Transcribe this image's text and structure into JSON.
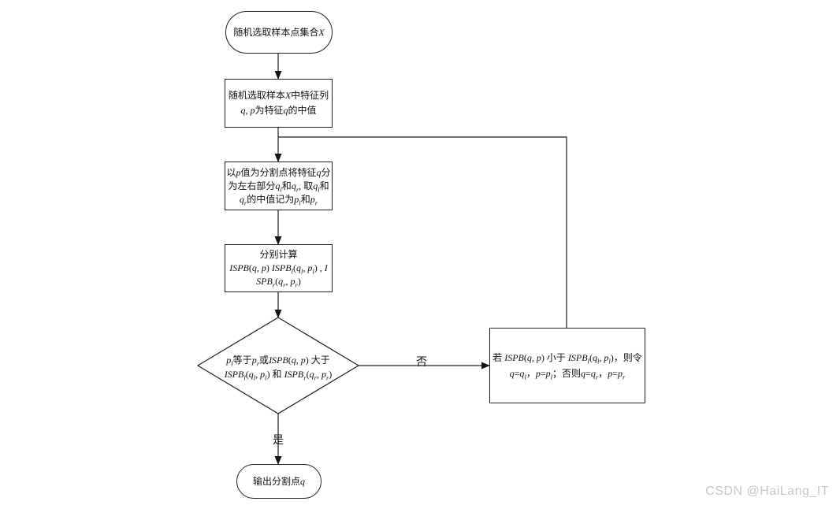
{
  "colors": {
    "background": "#ffffff",
    "line": "#1f1f1f",
    "text": "#111111",
    "watermark": "#c8c8c8"
  },
  "watermark": {
    "text": "CSDN @HaiLang_IT"
  },
  "edges": {
    "no_label": "否",
    "yes_label": "是"
  },
  "nodes": {
    "start": {
      "type": "terminator",
      "lines": [
        [
          {
            "t": "随机选取样本点集合"
          },
          {
            "t": "X",
            "i": true
          }
        ]
      ]
    },
    "select_feature": {
      "type": "process",
      "lines": [
        [
          {
            "t": "随机选取样本"
          },
          {
            "t": "X",
            "i": true
          },
          {
            "t": "中特征列"
          }
        ],
        [
          {
            "t": "q, p",
            "i": true
          },
          {
            "t": "为特征"
          },
          {
            "t": "q",
            "i": true
          },
          {
            "t": "的中值"
          }
        ]
      ]
    },
    "split_feature": {
      "type": "process",
      "lines": [
        [
          {
            "t": "以"
          },
          {
            "t": "p",
            "i": true
          },
          {
            "t": "值为分割点将特征"
          },
          {
            "t": "q",
            "i": true
          },
          {
            "t": "分"
          }
        ],
        [
          {
            "t": "为左右部分"
          },
          {
            "t": "q",
            "i": true
          },
          {
            "t": "l",
            "i": true,
            "s": true
          },
          {
            "t": "和"
          },
          {
            "t": "q",
            "i": true
          },
          {
            "t": "r",
            "i": true,
            "s": true
          },
          {
            "t": ", 取"
          },
          {
            "t": "q",
            "i": true
          },
          {
            "t": "l",
            "i": true,
            "s": true
          },
          {
            "t": "和"
          }
        ],
        [
          {
            "t": "q",
            "i": true
          },
          {
            "t": "r",
            "i": true,
            "s": true
          },
          {
            "t": "的中值记为"
          },
          {
            "t": "p",
            "i": true
          },
          {
            "t": "l",
            "i": true,
            "s": true
          },
          {
            "t": "和"
          },
          {
            "t": "p",
            "i": true
          },
          {
            "t": "r",
            "i": true,
            "s": true
          }
        ]
      ]
    },
    "compute_ispb": {
      "type": "process",
      "lines": [
        [
          {
            "t": "分别计算"
          }
        ],
        [
          {
            "t": "ISPB",
            "i": true
          },
          {
            "t": "("
          },
          {
            "t": "q, p",
            "i": true
          },
          {
            "t": ") "
          },
          {
            "t": "ISPB",
            "i": true
          },
          {
            "t": "l",
            "i": true,
            "s": true
          },
          {
            "t": "("
          },
          {
            "t": "q",
            "i": true
          },
          {
            "t": "l",
            "i": true,
            "s": true
          },
          {
            "t": ", "
          },
          {
            "t": "p",
            "i": true
          },
          {
            "t": "l",
            "i": true,
            "s": true
          },
          {
            "t": ") , "
          },
          {
            "t": "I",
            "i": true
          }
        ],
        [
          {
            "t": "SPB",
            "i": true
          },
          {
            "t": "r",
            "i": true,
            "s": true
          },
          {
            "t": "("
          },
          {
            "t": "q",
            "i": true
          },
          {
            "t": "r",
            "i": true,
            "s": true
          },
          {
            "t": ", "
          },
          {
            "t": "p",
            "i": true
          },
          {
            "t": "r",
            "i": true,
            "s": true
          },
          {
            "t": ")"
          }
        ]
      ]
    },
    "decision": {
      "type": "decision",
      "lines": [
        [
          {
            "t": "p",
            "i": true
          },
          {
            "t": "l",
            "i": true,
            "s": true
          },
          {
            "t": "等于"
          },
          {
            "t": "p",
            "i": true
          },
          {
            "t": "r",
            "i": true,
            "s": true
          },
          {
            "t": "或"
          },
          {
            "t": "ISPB",
            "i": true
          },
          {
            "t": "("
          },
          {
            "t": "q, p",
            "i": true
          },
          {
            "t": ") 大于"
          }
        ],
        [
          {
            "t": "ISPB",
            "i": true
          },
          {
            "t": "l",
            "i": true,
            "s": true
          },
          {
            "t": "("
          },
          {
            "t": "q",
            "i": true
          },
          {
            "t": "l",
            "i": true,
            "s": true
          },
          {
            "t": ", "
          },
          {
            "t": "p",
            "i": true
          },
          {
            "t": "l",
            "i": true,
            "s": true
          },
          {
            "t": ") 和 "
          },
          {
            "t": "ISPB",
            "i": true
          },
          {
            "t": "r",
            "i": true,
            "s": true
          },
          {
            "t": "("
          },
          {
            "t": "q",
            "i": true
          },
          {
            "t": "r",
            "i": true,
            "s": true
          },
          {
            "t": ", "
          },
          {
            "t": "p",
            "i": true
          },
          {
            "t": "r",
            "i": true,
            "s": true
          },
          {
            "t": ")"
          }
        ]
      ]
    },
    "update_qp": {
      "type": "process",
      "lines": [
        [
          {
            "t": "若 "
          },
          {
            "t": "ISPB",
            "i": true
          },
          {
            "t": "("
          },
          {
            "t": "q, p",
            "i": true
          },
          {
            "t": ") 小于 "
          },
          {
            "t": "ISPB",
            "i": true
          },
          {
            "t": "l",
            "i": true,
            "s": true
          },
          {
            "t": "("
          },
          {
            "t": "q",
            "i": true
          },
          {
            "t": "l",
            "i": true,
            "s": true
          },
          {
            "t": ", "
          },
          {
            "t": "p",
            "i": true
          },
          {
            "t": "l",
            "i": true,
            "s": true
          },
          {
            "t": ")，则令"
          }
        ],
        [
          {
            "t": "q",
            "i": true
          },
          {
            "t": "="
          },
          {
            "t": "q",
            "i": true
          },
          {
            "t": "l",
            "i": true,
            "s": true
          },
          {
            "t": "，"
          },
          {
            "t": "p",
            "i": true
          },
          {
            "t": "="
          },
          {
            "t": "p",
            "i": true
          },
          {
            "t": "l",
            "i": true,
            "s": true
          },
          {
            "t": "；否则"
          },
          {
            "t": "q",
            "i": true
          },
          {
            "t": "="
          },
          {
            "t": "q",
            "i": true
          },
          {
            "t": "r",
            "i": true,
            "s": true
          },
          {
            "t": "，"
          },
          {
            "t": "p",
            "i": true
          },
          {
            "t": "="
          },
          {
            "t": "p",
            "i": true
          },
          {
            "t": "r",
            "i": true,
            "s": true
          }
        ]
      ]
    },
    "output": {
      "type": "terminator",
      "lines": [
        [
          {
            "t": "输出分割点"
          },
          {
            "t": "q",
            "i": true
          }
        ]
      ]
    }
  }
}
